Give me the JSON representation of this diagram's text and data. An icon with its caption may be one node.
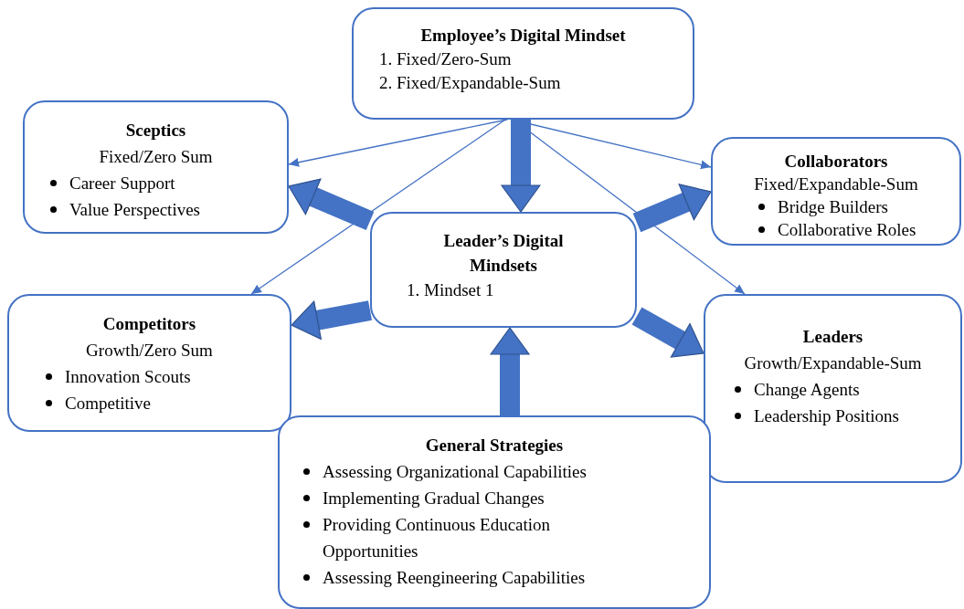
{
  "diagram": {
    "nodes": [
      {
        "text": [
          "Employee’s Digital Mindset",
          "1. Fixed/Zero-Sum",
          "2. Fixed/Expandable-Sum"
        ]
      },
      {
        "text": [
          "Sceptics",
          "Fixed/Zero Sum",
          "Career Support",
          "Value Perspectives"
        ]
      },
      {
        "text": [
          "Collaborators",
          "Fixed/Expandable-Sum",
          "Bridge Builders",
          "Collaborative Roles"
        ]
      },
      {
        "text": [
          "Leader’s Digital Mindsets",
          "1. Mindset 1"
        ]
      },
      {
        "text": [
          "Competitors",
          "Growth/Zero Sum",
          "Innovation Scouts",
          "Competitive"
        ]
      },
      {
        "text": [
          "Leaders",
          "Growth/Expandable-Sum",
          "Change Agents",
          "Leadership Positions"
        ]
      },
      {
        "text": [
          "General Strategies",
          "Assessing Organizational Capabilities",
          "Implementing Gradual Changes",
          "Providing Continuous Education Opportunities",
          "Assessing Reengineering Capabilities"
        ]
      }
    ],
    "edges": [
      {
        "from": 0,
        "to": 1,
        "arrow": "to"
      },
      {
        "from": 0,
        "to": 2,
        "arrow": "to"
      },
      {
        "from": 0,
        "to": 4,
        "arrow": "to"
      },
      {
        "from": 0,
        "to": 5,
        "arrow": "to"
      },
      {
        "from": 0,
        "to": 3,
        "arrow": "to"
      },
      {
        "from": 3,
        "to": 1,
        "arrow": "to"
      },
      {
        "from": 3,
        "to": 2,
        "arrow": "to"
      },
      {
        "from": 3,
        "to": 4,
        "arrow": "to"
      },
      {
        "from": 3,
        "to": 5,
        "arrow": "to"
      },
      {
        "from": 6,
        "to": 3,
        "arrow": "to"
      }
    ]
  }
}
